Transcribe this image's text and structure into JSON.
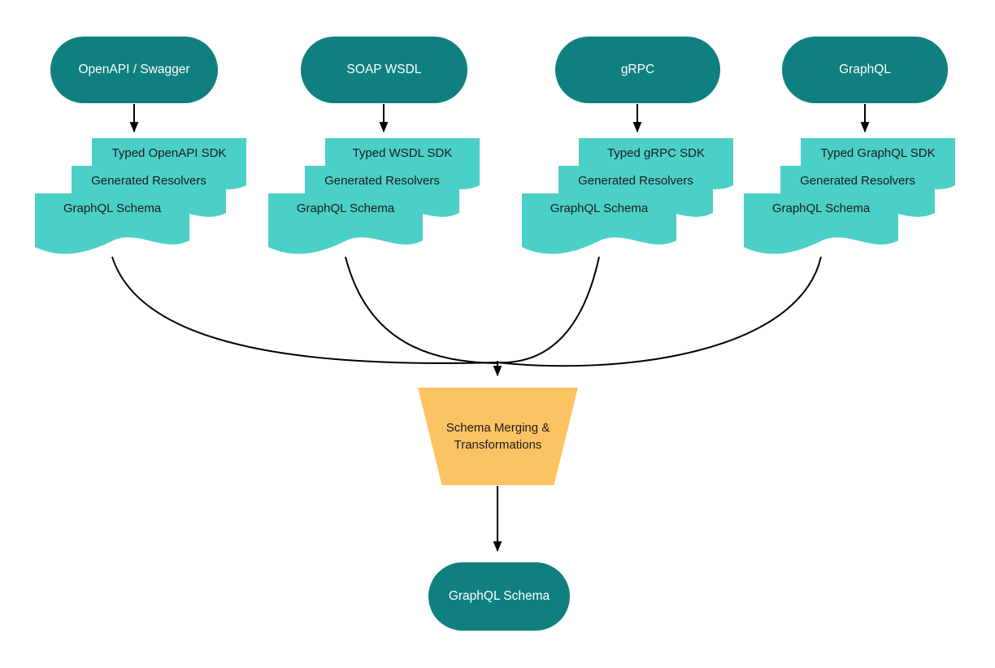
{
  "sources": [
    {
      "label": "OpenAPI / Swagger"
    },
    {
      "label": "SOAP WSDL"
    },
    {
      "label": "gRPC"
    },
    {
      "label": "GraphQL"
    }
  ],
  "stacks": [
    {
      "sdk": "Typed OpenAPI SDK",
      "resolvers": "Generated Resolvers",
      "schema": "GraphQL Schema"
    },
    {
      "sdk": "Typed WSDL SDK",
      "resolvers": "Generated Resolvers",
      "schema": "GraphQL Schema"
    },
    {
      "sdk": "Typed gRPC SDK",
      "resolvers": "Generated Resolvers",
      "schema": "GraphQL Schema"
    },
    {
      "sdk": "Typed GraphQL SDK",
      "resolvers": "Generated Resolvers",
      "schema": "GraphQL Schema"
    }
  ],
  "merge": {
    "line1": "Schema Merging &",
    "line2": "Transformations"
  },
  "output": {
    "label": "GraphQL Schema"
  },
  "colors": {
    "source_fill": "#107f80",
    "document_fill": "#4bd0c8",
    "merge_fill": "#fcc363",
    "connector": "#000000",
    "source_text": "#ffffff",
    "document_text": "#1b1b1b"
  }
}
